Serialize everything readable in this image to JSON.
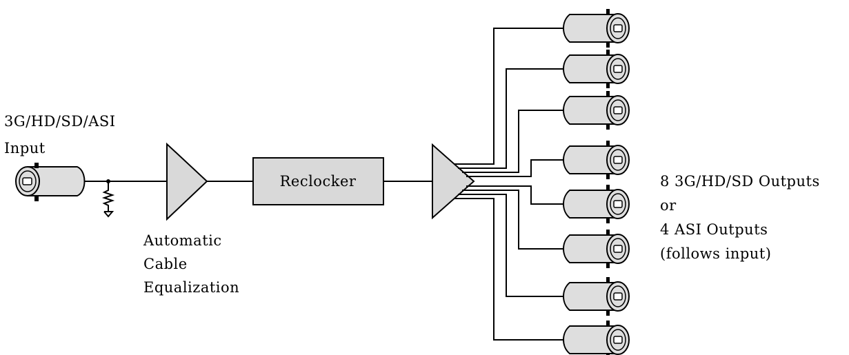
{
  "input": {
    "label_line1": "3G/HD/SD/ASI",
    "label_line2": "Input"
  },
  "equalizer": {
    "label_line1": "Automatic",
    "label_line2": "Cable",
    "label_line3": "Equalization"
  },
  "reclocker": {
    "label": "Reclocker"
  },
  "outputs": {
    "count": 8,
    "label_line1": "8 3G/HD/SD Outputs",
    "label_line2": "or",
    "label_line3": "4 ASI Outputs",
    "label_line4": "(follows input)"
  },
  "colors": {
    "block_fill": "#d9d9d9",
    "connector_body": "#dedede",
    "line": "#000000",
    "background": "#ffffff"
  }
}
